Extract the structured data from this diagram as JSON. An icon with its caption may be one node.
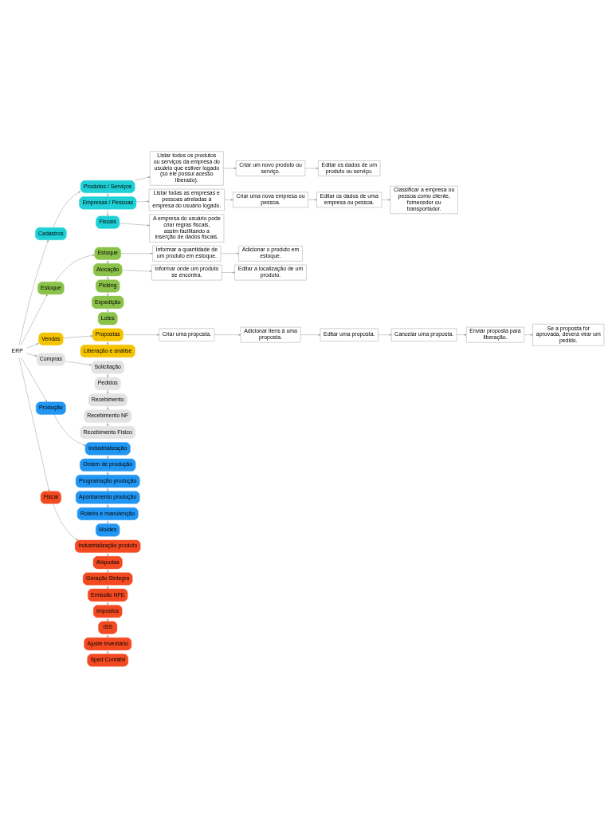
{
  "diagram": {
    "nodes": [
      {
        "text": [
          "ERP"
        ]
      },
      {
        "text": [
          "Cadastros"
        ]
      },
      {
        "text": [
          "Fiscais"
        ]
      },
      {
        "text": [
          "Empresas / Pessoas"
        ]
      },
      {
        "text": [
          "Produtos / Serviços"
        ]
      },
      {
        "text": [
          "A empresa do usuário pode criar regras fiscais, assim facilitando a inserção de dados fiscais."
        ]
      },
      {
        "text": [
          "Listar todas as empresas e pessoas atreladas à empresa do usuário logado."
        ]
      },
      {
        "text": [
          "Criar uma nova empresa ou pessoa."
        ]
      },
      {
        "text": [
          "Editar os dados de uma empresa ou pessoa."
        ]
      },
      {
        "text": [
          "Classificar a empresa ou pessoa como cliente, fornecedor ou transportador."
        ]
      },
      {
        "text": [
          "Listar todos os produtos ou serviços da empresa do usuário que estiver logado (só ele possui acesso liberado)."
        ]
      },
      {
        "text": [
          "Criar um novo produto ou serviço."
        ]
      },
      {
        "text": [
          "Editar os dados de um produto ou serviço."
        ]
      },
      {
        "text": [
          "Estoque"
        ]
      },
      {
        "text": [
          "Lotes"
        ]
      },
      {
        "text": [
          "Expedição"
        ]
      },
      {
        "text": [
          "Picking"
        ]
      },
      {
        "text": [
          "Alocação"
        ]
      },
      {
        "text": [
          "Estoque"
        ]
      },
      {
        "text": [
          "Informar onde um produto se encontra."
        ]
      },
      {
        "text": [
          "Editar a localização de um produto."
        ]
      },
      {
        "text": [
          "Informar a quantidade de um produto em estoque."
        ]
      },
      {
        "text": [
          "Adicionar o produto em estoque."
        ]
      },
      {
        "text": [
          "Vendas"
        ]
      },
      {
        "text": [
          "Liberação e análise"
        ]
      },
      {
        "text": [
          "Propostas"
        ]
      },
      {
        "text": [
          "Criar uma proposta."
        ]
      },
      {
        "text": [
          "Adicionar itens à uma proposta."
        ]
      },
      {
        "text": [
          "Editar uma proposta."
        ]
      },
      {
        "text": [
          "Cancelar uma proposta."
        ]
      },
      {
        "text": [
          "Enviar proposta para liberação."
        ]
      },
      {
        "text": [
          "Se a proposta for aprovada, deverá virar um pedido."
        ]
      },
      {
        "text": [
          "Compras"
        ]
      },
      {
        "text": [
          "Recebimento Físico"
        ]
      },
      {
        "text": [
          "Recebimento NF"
        ]
      },
      {
        "text": [
          "Recebimento"
        ]
      },
      {
        "text": [
          "Pedidos"
        ]
      },
      {
        "text": [
          "Solicitação"
        ]
      },
      {
        "text": [
          "Produção"
        ]
      },
      {
        "text": [
          "Moldes"
        ]
      },
      {
        "text": [
          "Roteiro e manutenção"
        ]
      },
      {
        "text": [
          "Apontamento produção"
        ]
      },
      {
        "text": [
          "Programação produção"
        ]
      },
      {
        "text": [
          "Ordem de produção"
        ]
      },
      {
        "text": [
          "Industrialização"
        ]
      },
      {
        "text": [
          "Fiscal"
        ]
      },
      {
        "text": [
          "Industrialização produto"
        ]
      },
      {
        "text": [
          "Alíquotas"
        ]
      },
      {
        "text": [
          "Geração Sintegra"
        ]
      },
      {
        "text": [
          "Emissão NFE"
        ]
      },
      {
        "text": [
          "Impostos"
        ]
      },
      {
        "text": [
          "ISS"
        ]
      },
      {
        "text": [
          "Ajuste inventário"
        ]
      },
      {
        "text": [
          "Sped Contábil"
        ]
      }
    ],
    "edges": [
      {
        "from": 0,
        "to": 1,
        "arrow": "to"
      },
      {
        "from": 0,
        "to": 13,
        "arrow": "to"
      },
      {
        "from": 0,
        "to": 23,
        "arrow": "to"
      },
      {
        "from": 0,
        "to": 32,
        "arrow": "to"
      },
      {
        "from": 0,
        "to": 38,
        "arrow": "to"
      },
      {
        "from": 0,
        "to": 45,
        "arrow": "to"
      },
      {
        "from": 1,
        "to": 4,
        "arrow": "to"
      },
      {
        "from": 4,
        "to": 3,
        "arrow": "to"
      },
      {
        "from": 3,
        "to": 2,
        "arrow": "to"
      },
      {
        "from": 2,
        "to": 5,
        "arrow": "to"
      },
      {
        "from": 3,
        "to": 6,
        "arrow": "to"
      },
      {
        "from": 6,
        "to": 7,
        "arrow": "to"
      },
      {
        "from": 7,
        "to": 8,
        "arrow": "to"
      },
      {
        "from": 8,
        "to": 9,
        "arrow": "to"
      },
      {
        "from": 4,
        "to": 10,
        "arrow": "to"
      },
      {
        "from": 10,
        "to": 11,
        "arrow": "to"
      },
      {
        "from": 11,
        "to": 12,
        "arrow": "to"
      },
      {
        "from": 13,
        "to": 18,
        "arrow": "to"
      },
      {
        "from": 18,
        "to": 17,
        "arrow": "to"
      },
      {
        "from": 17,
        "to": 16,
        "arrow": "to"
      },
      {
        "from": 16,
        "to": 15,
        "arrow": "to"
      },
      {
        "from": 15,
        "to": 14,
        "arrow": "to"
      },
      {
        "from": 17,
        "to": 19,
        "arrow": "to"
      },
      {
        "from": 19,
        "to": 20,
        "arrow": "to"
      },
      {
        "from": 18,
        "to": 21,
        "arrow": "to"
      },
      {
        "from": 21,
        "to": 22,
        "arrow": "to"
      },
      {
        "from": 23,
        "to": 25,
        "arrow": "to"
      },
      {
        "from": 25,
        "to": 24,
        "arrow": "to"
      },
      {
        "from": 25,
        "to": 26,
        "arrow": "to"
      },
      {
        "from": 26,
        "to": 27,
        "arrow": "to"
      },
      {
        "from": 27,
        "to": 28,
        "arrow": "to"
      },
      {
        "from": 28,
        "to": 29,
        "arrow": "to"
      },
      {
        "from": 29,
        "to": 30,
        "arrow": "to"
      },
      {
        "from": 30,
        "to": 31,
        "arrow": "to"
      },
      {
        "from": 32,
        "to": 37,
        "arrow": "to"
      },
      {
        "from": 37,
        "to": 36,
        "arrow": "to"
      },
      {
        "from": 36,
        "to": 35,
        "arrow": "to"
      },
      {
        "from": 35,
        "to": 34,
        "arrow": "to"
      },
      {
        "from": 34,
        "to": 33,
        "arrow": "to"
      },
      {
        "from": 38,
        "to": 44,
        "arrow": "to"
      },
      {
        "from": 44,
        "to": 43,
        "arrow": "to"
      },
      {
        "from": 43,
        "to": 42,
        "arrow": "to"
      },
      {
        "from": 42,
        "to": 41,
        "arrow": "to"
      },
      {
        "from": 41,
        "to": 40,
        "arrow": "to"
      },
      {
        "from": 40,
        "to": 39,
        "arrow": "to"
      },
      {
        "from": 45,
        "to": 46,
        "arrow": "to"
      },
      {
        "from": 46,
        "to": 47,
        "arrow": "to"
      },
      {
        "from": 47,
        "to": 48,
        "arrow": "to"
      },
      {
        "from": 48,
        "to": 49,
        "arrow": "to"
      },
      {
        "from": 49,
        "to": 50,
        "arrow": "to"
      },
      {
        "from": 50,
        "to": 51,
        "arrow": "to"
      },
      {
        "from": 51,
        "to": 52,
        "arrow": "to"
      },
      {
        "from": 52,
        "to": 53,
        "arrow": "to"
      }
    ]
  }
}
